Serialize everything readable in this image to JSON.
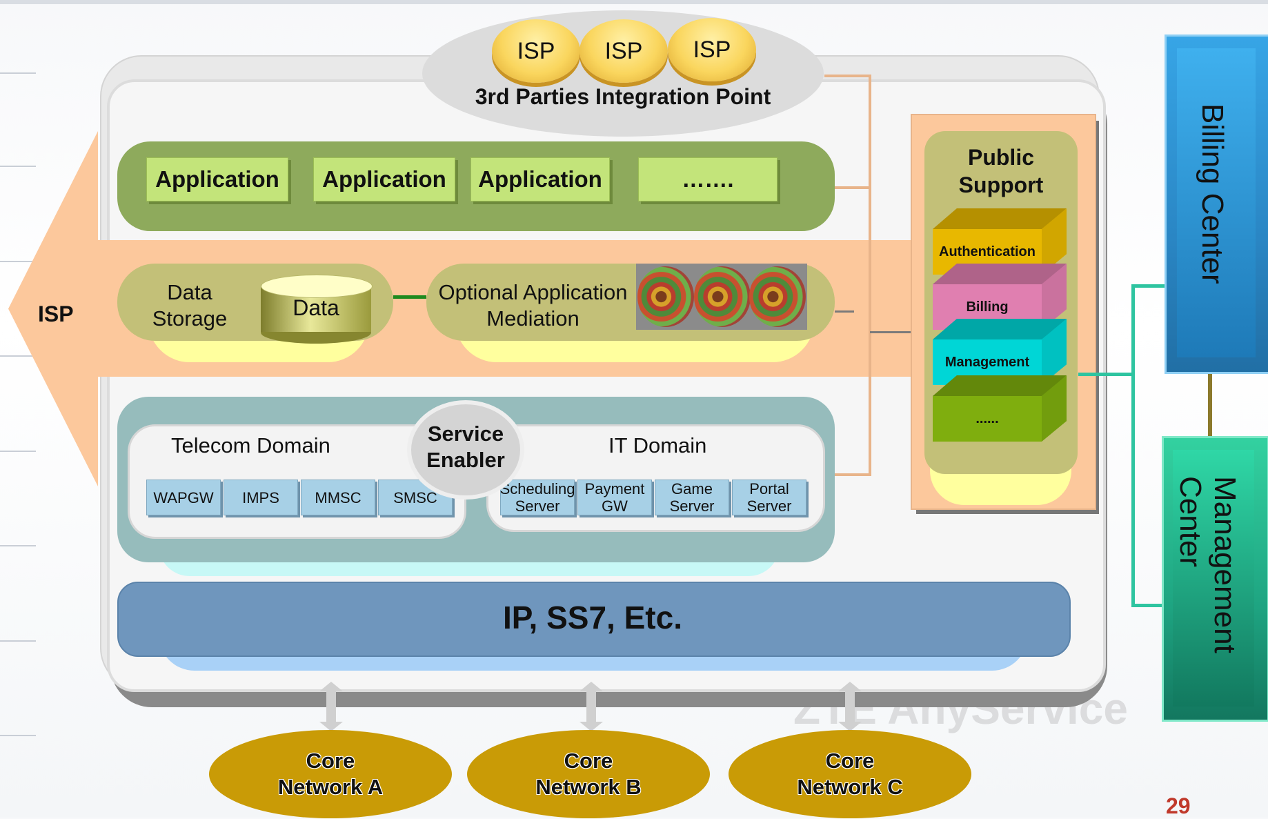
{
  "isp_side_label": "ISP",
  "third_parties": {
    "isps": [
      "ISP",
      "ISP",
      "ISP"
    ],
    "label": "3rd Parties Integration Point"
  },
  "applications": [
    "Application",
    "Application",
    "Application",
    "……."
  ],
  "data_storage": {
    "label_line1": "Data",
    "label_line2": "Storage",
    "cylinder_label": "Data"
  },
  "mediation": {
    "label_line1": "Optional Application",
    "label_line2": "Mediation"
  },
  "service_enabler": {
    "line1": "Service",
    "line2": "Enabler",
    "telecom_domain": "Telecom Domain",
    "it_domain": "IT Domain",
    "telecom_items": [
      "WAPGW",
      "IMPS",
      "MMSC",
      "SMSC"
    ],
    "it_items": [
      {
        "l1": "Scheduling",
        "l2": "Server"
      },
      {
        "l1": "Payment",
        "l2": "GW"
      },
      {
        "l1": "Game",
        "l2": "Server"
      },
      {
        "l1": "Portal",
        "l2": "Server"
      }
    ]
  },
  "network_layer": "IP, SS7, Etc.",
  "public_support": {
    "title_line1": "Public",
    "title_line2": "Support",
    "blocks": [
      {
        "label": "Authentication",
        "color": "#e8b800"
      },
      {
        "label": "Billing",
        "color": "#e07fb0"
      },
      {
        "label": "Management",
        "color": "#00d6d6"
      },
      {
        "label": "......",
        "color": "#7fae0e"
      }
    ]
  },
  "billing_center": "Billing Center",
  "management_center": {
    "line1": "Management",
    "line2": "Center"
  },
  "core_networks": [
    {
      "line1": "Core",
      "line2": "Network A"
    },
    {
      "line1": "Core",
      "line2": "Network B"
    },
    {
      "line1": "Core",
      "line2": "Network C"
    }
  ],
  "watermark": "ZTE AnyService",
  "page_number": "29"
}
